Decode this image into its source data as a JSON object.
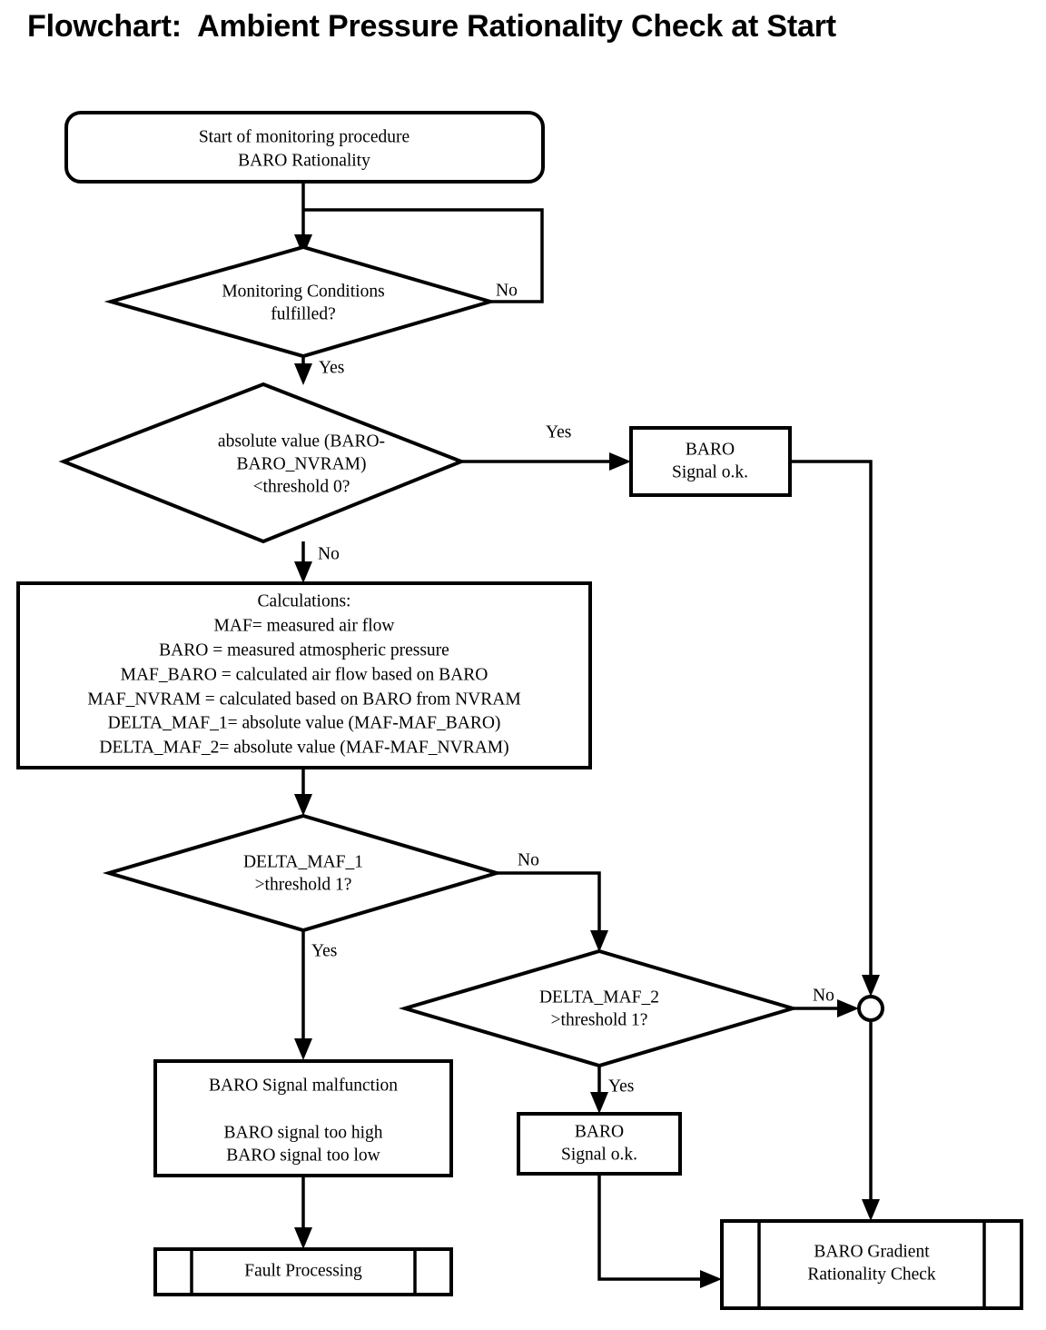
{
  "title": "Flowchart:  Ambient Pressure Rationality Check at Start",
  "nodes": {
    "start": {
      "shape": "terminator",
      "lines": [
        "Start of monitoring procedure",
        "BARO Rationality"
      ]
    },
    "decision_conditions": {
      "shape": "decision",
      "lines": [
        "Monitoring Conditions",
        "fulfilled?"
      ]
    },
    "decision_threshold0": {
      "shape": "decision",
      "lines": [
        "absolute value (BARO-",
        "BARO_NVRAM)",
        "<threshold 0?"
      ]
    },
    "baro_ok_top": {
      "shape": "process",
      "lines": [
        "BARO",
        "Signal o.k."
      ]
    },
    "calculations": {
      "shape": "process",
      "lines": [
        "Calculations:",
        "MAF= measured air flow",
        "BARO = measured atmospheric pressure",
        "MAF_BARO = calculated air flow based on BARO",
        "MAF_NVRAM = calculated based on BARO from NVRAM",
        "DELTA_MAF_1= absolute value (MAF-MAF_BARO)",
        "DELTA_MAF_2= absolute value (MAF-MAF_NVRAM)"
      ]
    },
    "decision_delta1": {
      "shape": "decision",
      "lines": [
        "DELTA_MAF_1",
        ">threshold 1?"
      ]
    },
    "decision_delta2": {
      "shape": "decision",
      "lines": [
        "DELTA_MAF_2",
        ">threshold 1?"
      ]
    },
    "baro_malfunction": {
      "shape": "process",
      "lines": [
        "BARO Signal malfunction",
        "",
        "BARO signal too high",
        "BARO signal too low"
      ]
    },
    "baro_ok_bottom": {
      "shape": "process",
      "lines": [
        "BARO",
        "Signal o.k."
      ]
    },
    "fault_processing": {
      "shape": "predefined-process",
      "lines": [
        "Fault Processing"
      ]
    },
    "baro_gradient": {
      "shape": "predefined-process",
      "lines": [
        "BARO Gradient",
        "Rationality Check"
      ]
    },
    "merge_junction": {
      "shape": "connector-circle",
      "lines": []
    }
  },
  "edge_labels": {
    "conditions_no": "No",
    "conditions_yes": "Yes",
    "threshold0_yes": "Yes",
    "threshold0_no": "No",
    "delta1_no": "No",
    "delta1_yes": "Yes",
    "delta2_no": "No",
    "delta2_yes": "Yes"
  },
  "colors": {
    "stroke": "#000000",
    "fill": "#ffffff",
    "text": "#000000"
  }
}
